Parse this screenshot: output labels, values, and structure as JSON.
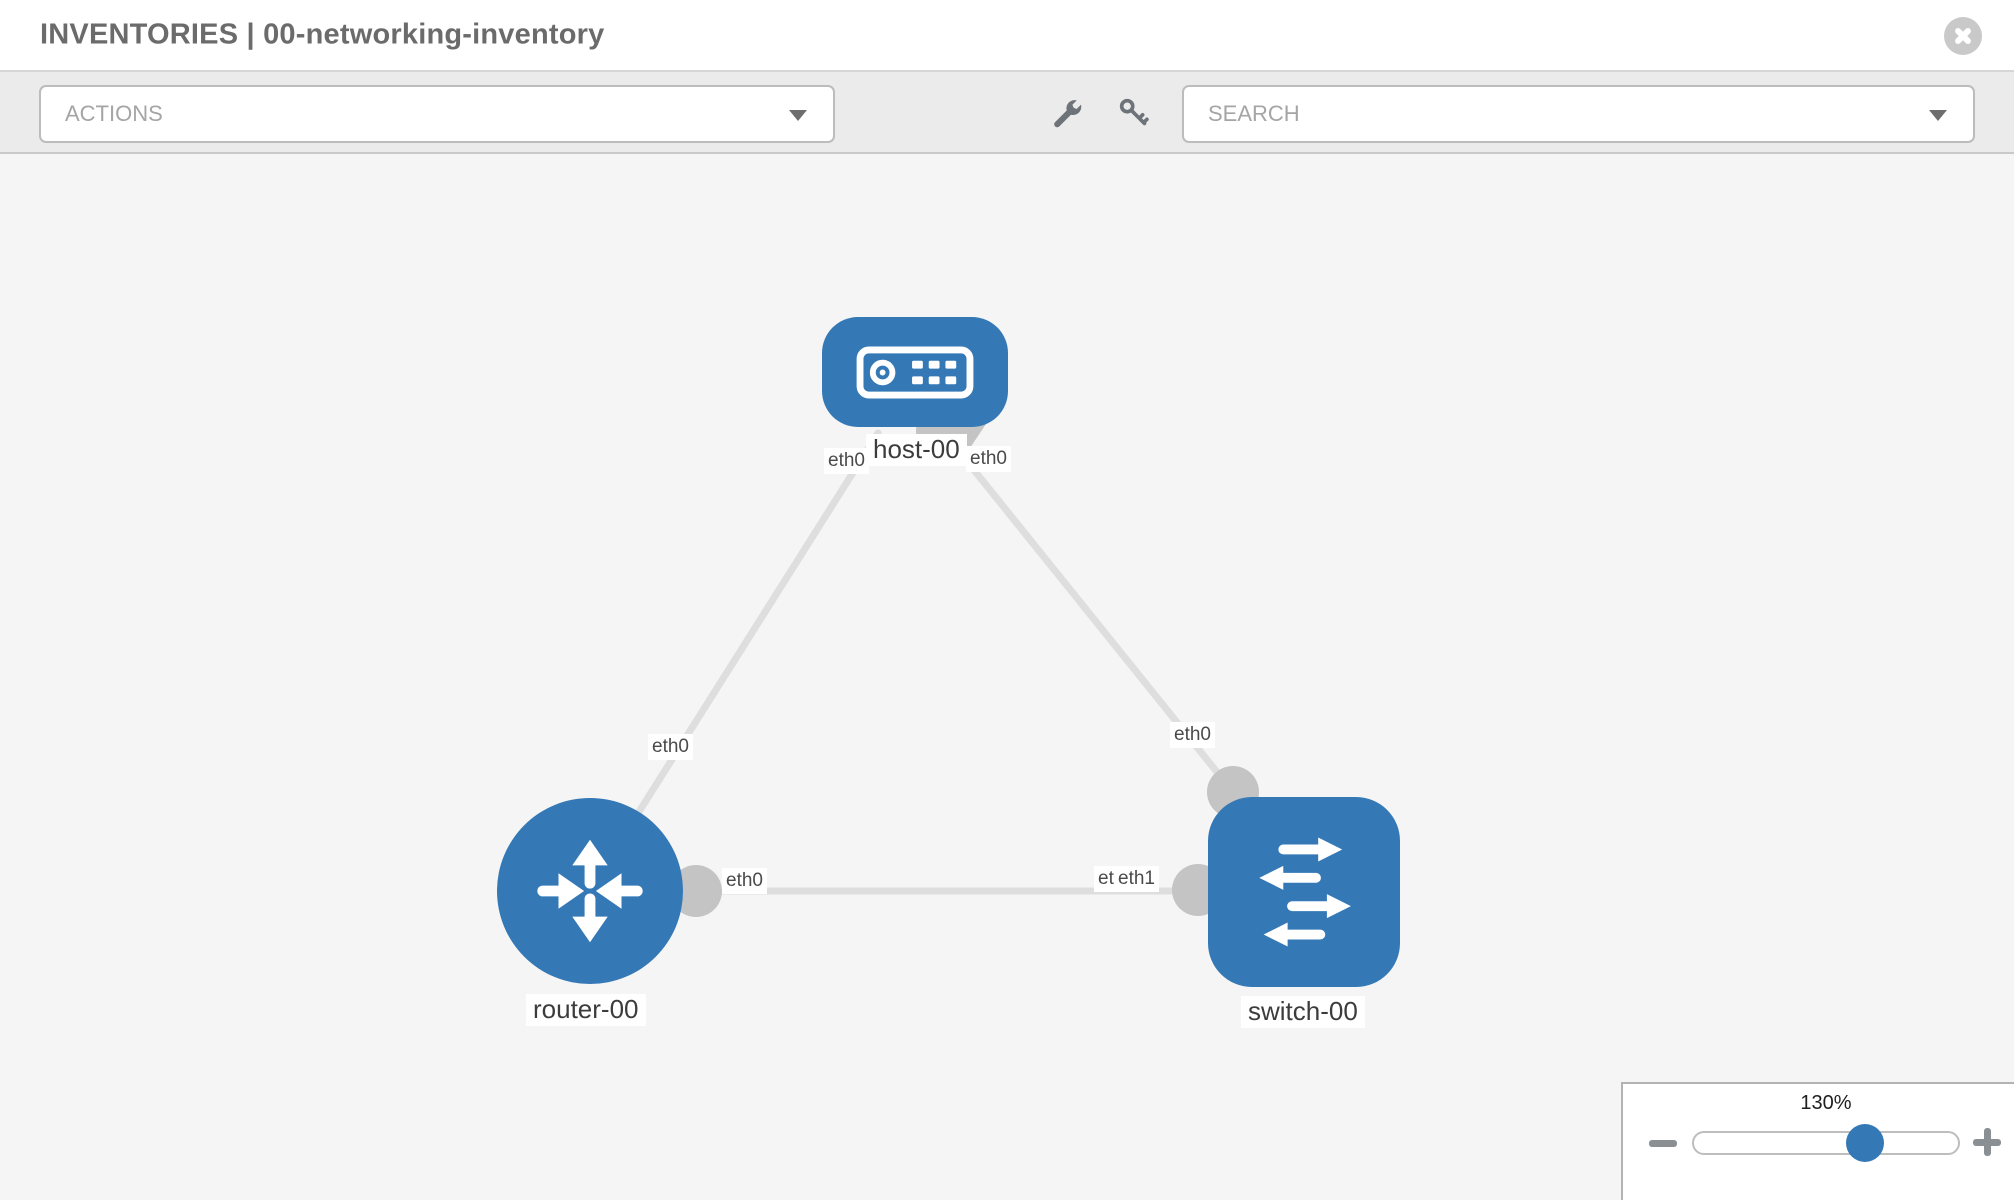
{
  "header": {
    "title": "INVENTORIES | 00-networking-inventory"
  },
  "toolbar": {
    "actions_placeholder": "ACTIONS",
    "search_placeholder": "SEARCH"
  },
  "zoom_control": {
    "level": "130%"
  },
  "colors": {
    "node_blue": "#3478b6",
    "edge_gray": "#dedede",
    "iface_gray": "#c4c4c4"
  },
  "topology": {
    "nodes": [
      {
        "id": "host-00",
        "type": "host",
        "label": "host-00"
      },
      {
        "id": "router-00",
        "type": "router",
        "label": "router-00"
      },
      {
        "id": "switch-00",
        "type": "switch",
        "label": "switch-00"
      }
    ],
    "links": [
      {
        "from": "host-00",
        "to": "router-00",
        "from_iface": "eth0",
        "to_iface": "eth0"
      },
      {
        "from": "host-00",
        "to": "switch-00",
        "from_iface": "eth0",
        "to_iface": "eth0"
      },
      {
        "from": "router-00",
        "to": "switch-00",
        "from_iface": "eth0",
        "to_iface": "eth1"
      }
    ]
  }
}
